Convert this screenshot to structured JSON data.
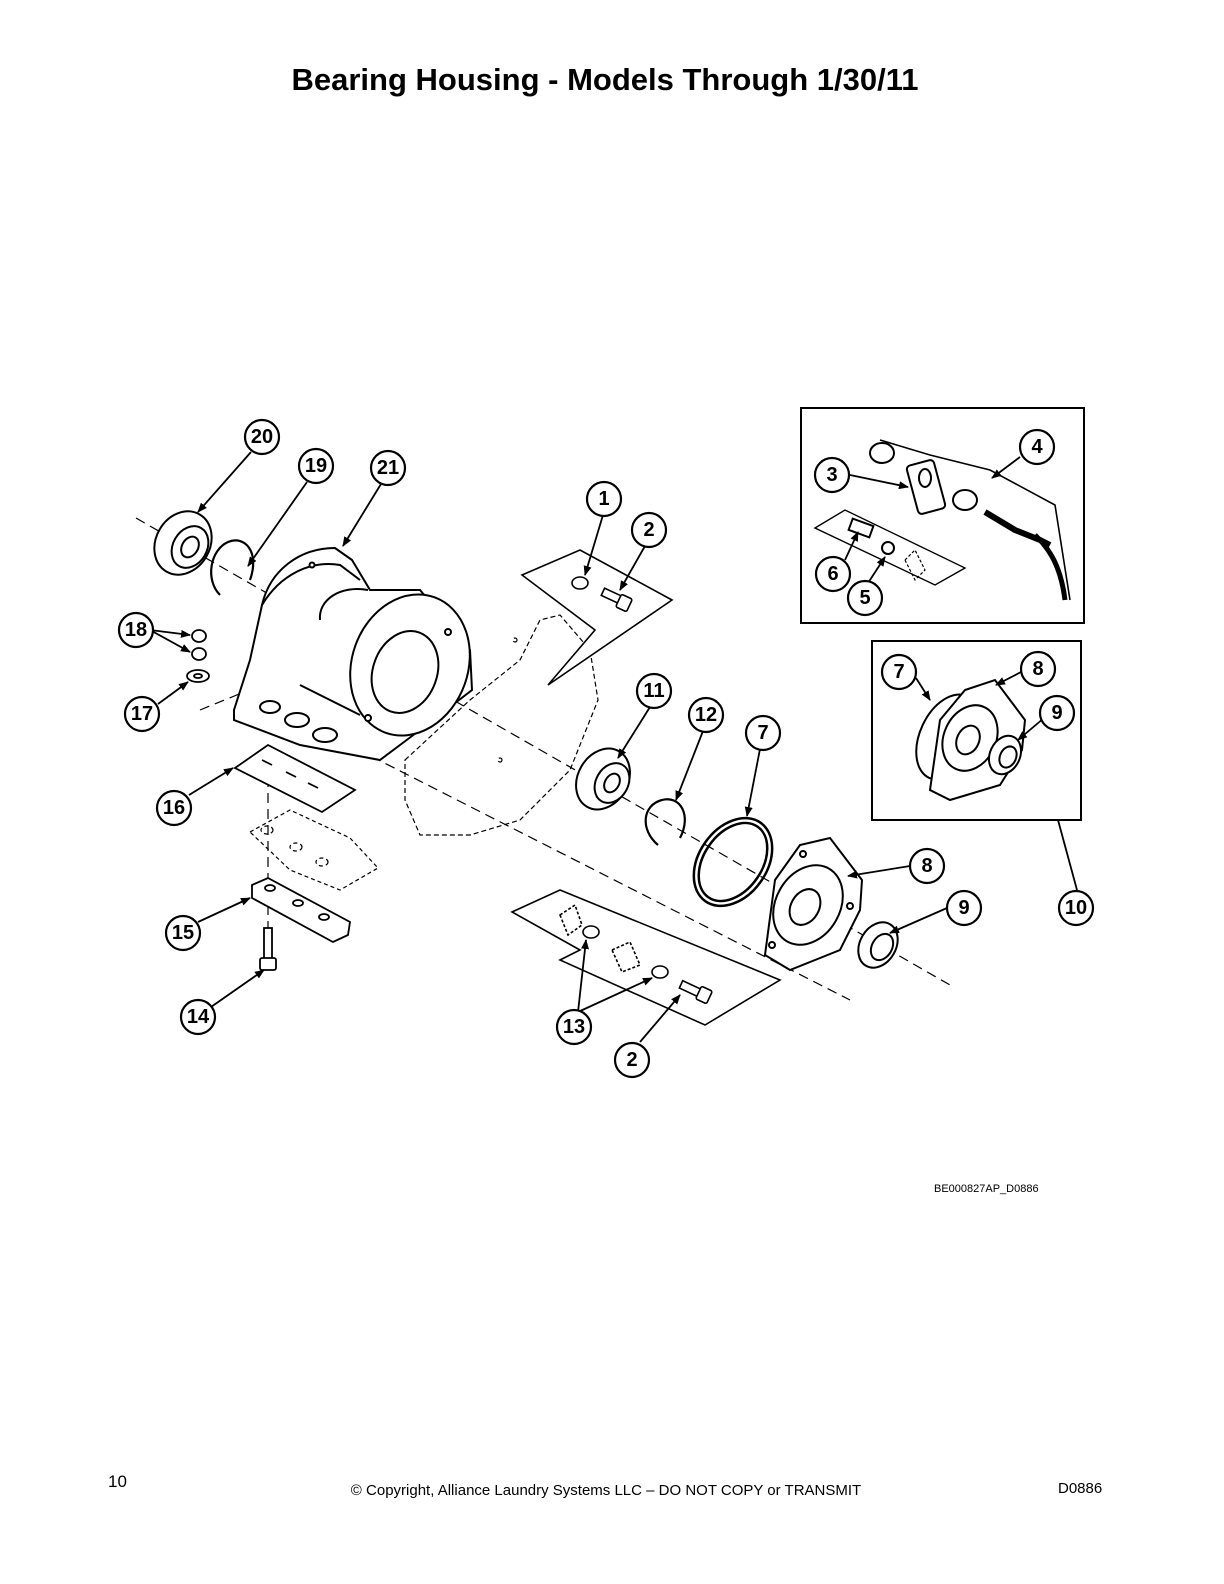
{
  "title": "Bearing Housing - Models Through 1/30/11",
  "figure_ref": "BE000827AP_D0886",
  "footer": {
    "page_number": "10",
    "copyright": "© Copyright, Alliance Laundry Systems LLC – DO NOT COPY or TRANSMIT",
    "doc_id": "D0886"
  },
  "callouts": {
    "c20": "20",
    "c19": "19",
    "c21": "21",
    "c18": "18",
    "c17": "17",
    "c16": "16",
    "c15": "15",
    "c14": "14",
    "c1": "1",
    "c2a": "2",
    "c11": "11",
    "c12": "12",
    "c7a": "7",
    "c8a": "8",
    "c9a": "9",
    "c13": "13",
    "c2b": "2",
    "c10": "10",
    "c4": "4",
    "c3": "3",
    "c6": "6",
    "c5": "5",
    "c7b": "7",
    "c8b": "8",
    "c9b": "9"
  }
}
